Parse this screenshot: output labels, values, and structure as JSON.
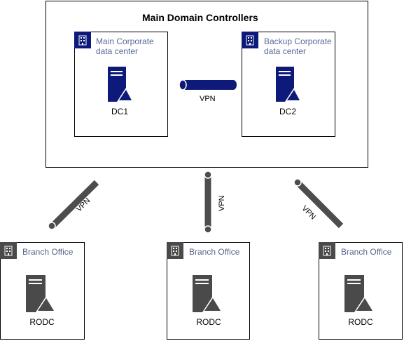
{
  "main": {
    "title": "Main Domain Controllers"
  },
  "dc1": {
    "group_label_line1": "Main Corporate",
    "group_label_line2": "data center",
    "name": "DC1"
  },
  "dc2": {
    "group_label_line1": "Backup Corporate",
    "group_label_line2": "data center",
    "name": "DC2"
  },
  "branches": [
    {
      "label": "Branch Office",
      "name": "RODC"
    },
    {
      "label": "Branch Office",
      "name": "RODC"
    },
    {
      "label": "Branch Office",
      "name": "RODC"
    }
  ],
  "links": {
    "dc_link_label": "VPN",
    "branch_left_label": "VPN",
    "branch_center_label": "VPN",
    "branch_right_label": "VPN"
  },
  "colors": {
    "corporate_accent": "#0e1a7a",
    "corporate_text": "#5a6b9a",
    "branch_accent": "#4a4a4a",
    "branch_text": "#55668a",
    "link_dark": "#4d4d4d"
  },
  "icons": {
    "group": "building-icon",
    "server": "server-icon"
  }
}
